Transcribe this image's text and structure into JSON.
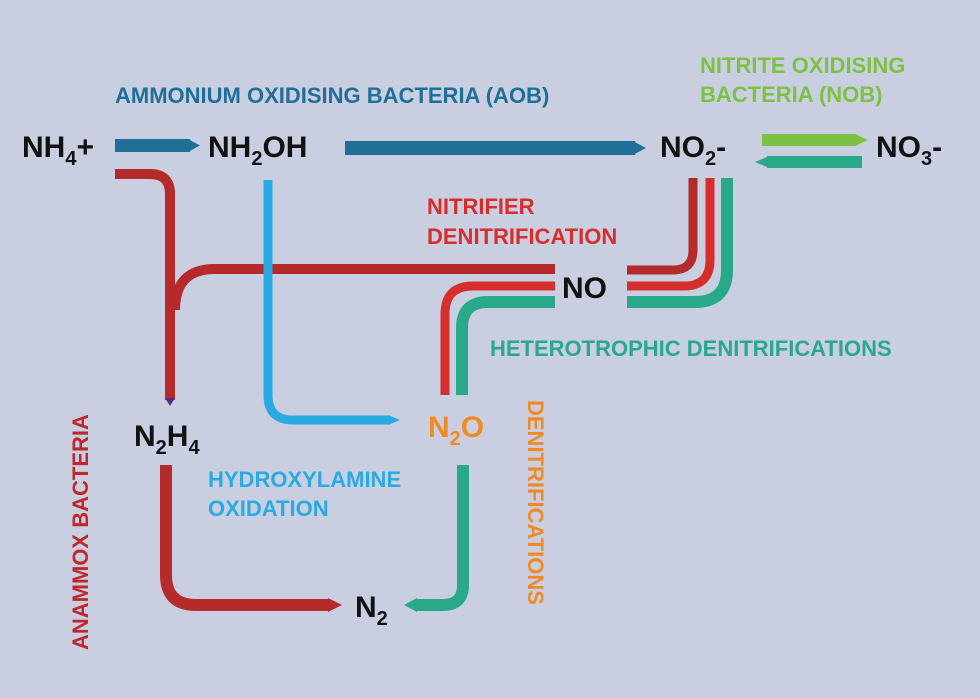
{
  "colors": {
    "background": "#c9cfe0",
    "aob": "#1f6f98",
    "nob": "#7cc242",
    "nob_reverse": "#2aa98a",
    "nitrifier": "#b52a2a",
    "nitrifier_bright": "#d62d2d",
    "heterotrophic": "#2aa98a",
    "hydroxylamine": "#29abe2",
    "denitrification": "#f08a24",
    "anammox": "#c0272d"
  },
  "species": {
    "nh4": {
      "main": "NH",
      "sub": "4",
      "suffix": "+"
    },
    "nh2oh": {
      "main": "NH",
      "sub": "2",
      "suffix": "OH"
    },
    "no2": {
      "main": "NO",
      "sub": "2",
      "suffix": "-"
    },
    "no3": {
      "main": "NO",
      "sub": "3",
      "suffix": "-"
    },
    "no": {
      "main": "NO"
    },
    "n2o": {
      "main": "N",
      "sub": "2",
      "suffix": "O"
    },
    "n2h4": {
      "main": "N",
      "sub": "2",
      "mid": "H",
      "sub2": "4"
    },
    "n2": {
      "main": "N",
      "sub": "2"
    }
  },
  "labels": {
    "aob": "AMMONIUM OXIDISING BACTERIA (AOB)",
    "nob_line1": "NITRITE OXIDISING",
    "nob_line2": "BACTERIA (NOB)",
    "nitrifier_line1": "NITRIFIER",
    "nitrifier_line2": "DENITRIFICATION",
    "heterotrophic": "HETEROTROPHIC DENITRIFICATIONS",
    "hydroxylamine_line1": "HYDROXYLAMINE",
    "hydroxylamine_line2": "OXIDATION",
    "anammox": "ANAMMOX BACTERIA",
    "denitrifications": "DENITRIFICATIONS"
  }
}
